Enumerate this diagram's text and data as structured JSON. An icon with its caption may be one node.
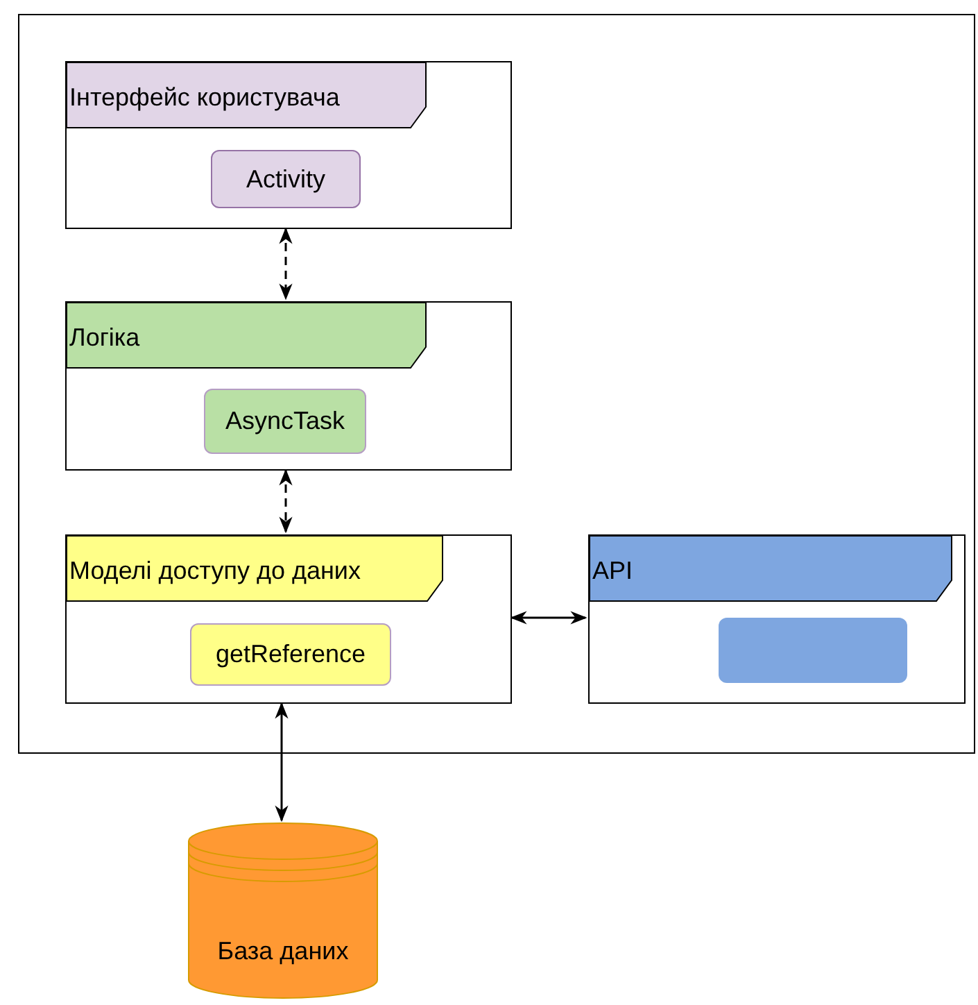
{
  "diagram": {
    "nodes": [
      {
        "text": [],
        "shape": "box"
      },
      {
        "text": [
          "Інтерфейс користувача"
        ],
        "in": 0
      },
      {
        "text": [
          "Activity"
        ],
        "in": 1
      },
      {
        "text": [
          "Логіка"
        ],
        "in": 0
      },
      {
        "text": [
          "AsyncTask"
        ],
        "in": 3
      },
      {
        "text": [
          "Моделі доступу до даних"
        ],
        "in": 0
      },
      {
        "text": [
          "getReference"
        ],
        "in": 5
      },
      {
        "text": [
          "API"
        ],
        "in": 0
      },
      {
        "text": [],
        "shape": "box",
        "in": 7
      },
      {
        "text": [
          "База даних"
        ]
      }
    ],
    "edges": [
      {
        "from": 1,
        "to": 3,
        "arrow": "both",
        "style": "dashed"
      },
      {
        "from": 3,
        "to": 5,
        "arrow": "both",
        "style": "dashed"
      },
      {
        "from": 5,
        "to": 7,
        "arrow": "both"
      },
      {
        "from": 5,
        "to": 9,
        "arrow": "both"
      }
    ]
  }
}
